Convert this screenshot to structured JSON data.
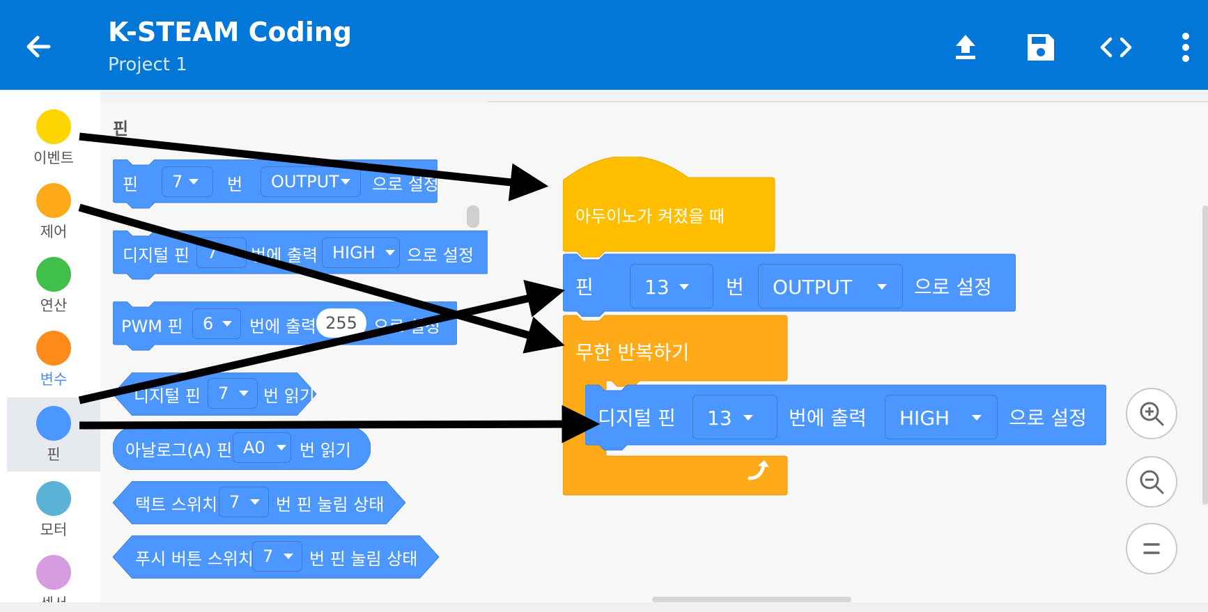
{
  "app": {
    "title": "K-STEAM Coding",
    "subtitle": "Project 1"
  },
  "toolbar_icons": [
    "back-arrow-icon",
    "upload-icon",
    "save-icon",
    "code-icon",
    "more-vertical-icon"
  ],
  "categories": [
    {
      "label": "이벤트",
      "color": "#ffd500"
    },
    {
      "label": "제어",
      "color": "#ffab19"
    },
    {
      "label": "연산",
      "color": "#40bf4a"
    },
    {
      "label": "변수",
      "color": "#ff8c1a"
    },
    {
      "label": "핀",
      "color": "#4c97ff"
    },
    {
      "label": "모터",
      "color": "#5cb1d6"
    },
    {
      "label": "센서",
      "color": "#d59de0"
    }
  ],
  "palette": {
    "heading": "핀",
    "b1": {
      "t1": "핀",
      "d1": "7",
      "t2": "번",
      "d2": "OUTPUT",
      "t3": "으로 설정"
    },
    "b2": {
      "t1": "디지털 핀",
      "d1": "7",
      "t2": "번에 출력",
      "d2": "HIGH",
      "t3": "으로 설정"
    },
    "b3": {
      "t1": "PWM 핀",
      "d1": "6",
      "t2": "번에 출력",
      "v": "255",
      "t3": "으로 설정"
    },
    "b4": {
      "t1": "디지털 핀",
      "d1": "7",
      "t2": "번 읽기"
    },
    "b5": {
      "t1": "아날로그(A) 핀",
      "d1": "A0",
      "t2": "번 읽기"
    },
    "b6": {
      "t1": "택트 스위치",
      "d1": "7",
      "t2": "번 핀 눌림 상태"
    },
    "b7": {
      "t1": "푸시 버튼 스위치",
      "d1": "7",
      "t2": "번 핀 눌림 상태"
    }
  },
  "script": {
    "hat": "아두이노가 켜졌을 때",
    "setup": {
      "t1": "핀",
      "d1": "13",
      "t2": "번",
      "d2": "OUTPUT",
      "t3": "으로 설정"
    },
    "loop": "무한 반복하기",
    "inner": {
      "t1": "디지털 핀",
      "d1": "13",
      "t2": "번에 출력",
      "d2": "HIGH",
      "t3": "으로 설정"
    }
  },
  "colors": {
    "appbar": "#0277d8",
    "pin_block": "#4c97ff",
    "event_block": "#ffbf00",
    "control_block": "#ffab19"
  }
}
